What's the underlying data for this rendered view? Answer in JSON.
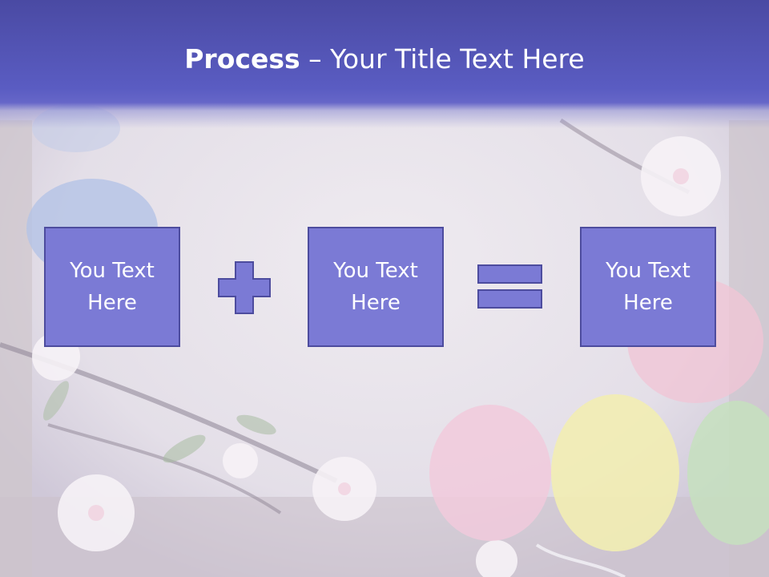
{
  "slide": {
    "title_bold": "Process",
    "title_rest": " – Your Title Text Here",
    "boxes": [
      {
        "line1": "You Text",
        "line2": "Here"
      },
      {
        "line1": "You Text",
        "line2": "Here"
      },
      {
        "line1": "You Text",
        "line2": "Here"
      }
    ],
    "operators": [
      "plus",
      "equals"
    ]
  },
  "colors": {
    "title_band": "#5a5cc2",
    "box_fill": "#7b7ad5",
    "box_border": "#4d4c9e",
    "text": "#ffffff"
  }
}
